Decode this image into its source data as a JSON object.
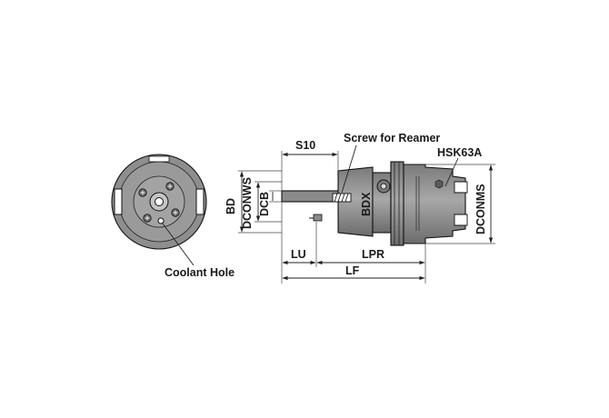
{
  "labels": {
    "screw_for_reamer": "Screw for Reamer",
    "hsk63a": "HSK63A",
    "s10": "S10",
    "bd": "BD",
    "dconws": "DCONWS",
    "dcb": "DCB",
    "bdx": "BDX",
    "dconms": "DCONMS",
    "lu": "LU",
    "lpr": "LPR",
    "lf": "LF",
    "coolant_hole": "Coolant Hole"
  },
  "colors": {
    "body_fill": "#8f8f8f",
    "body_dark": "#6e6e6e",
    "body_light": "#b5b5b5",
    "line": "#111111"
  }
}
